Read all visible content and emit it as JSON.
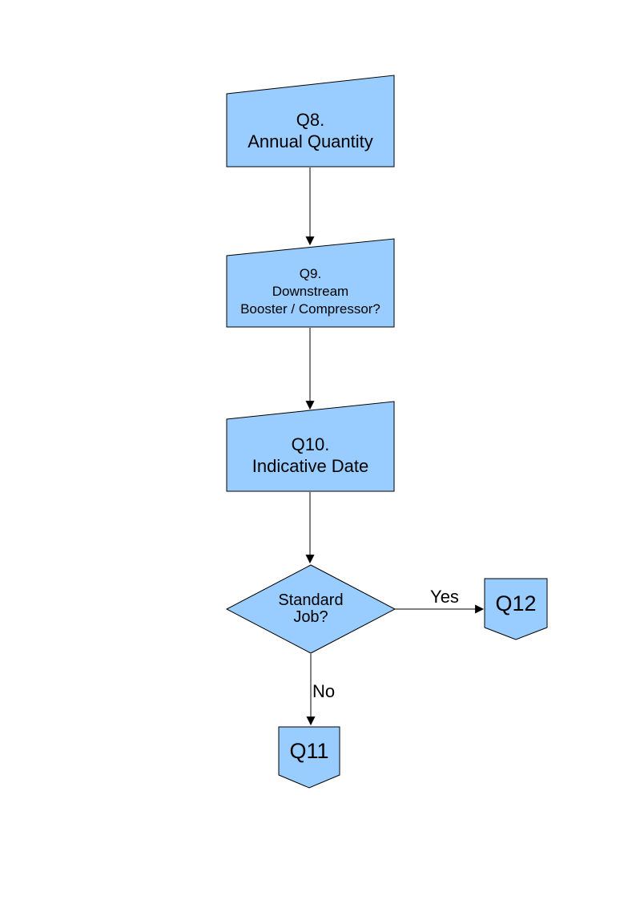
{
  "page": {
    "background": "#ffffff"
  },
  "colors": {
    "shape_fill": "#99CCFF",
    "shape_border": "#000000",
    "text": "#000000",
    "arrow": "#000000"
  },
  "flowchart": {
    "nodes": [
      {
        "id": "q8",
        "type": "manual-input-shape",
        "lines": [
          "Q8.",
          "Annual Quantity"
        ]
      },
      {
        "id": "q9",
        "type": "manual-input-shape",
        "lines": [
          "Q9.",
          "Downstream",
          "Booster / Compressor?"
        ]
      },
      {
        "id": "q10",
        "type": "manual-input-shape",
        "lines": [
          "Q10.",
          "Indicative Date"
        ]
      },
      {
        "id": "decision",
        "type": "decision-diamond",
        "lines": [
          "Standard",
          "Job?"
        ]
      },
      {
        "id": "q12",
        "type": "off-page-connector",
        "lines": [
          "Q12"
        ]
      },
      {
        "id": "q11",
        "type": "off-page-connector",
        "lines": [
          "Q11"
        ]
      }
    ],
    "edges": [
      {
        "from": "q8",
        "to": "q9",
        "label": ""
      },
      {
        "from": "q9",
        "to": "q10",
        "label": ""
      },
      {
        "from": "q10",
        "to": "decision",
        "label": ""
      },
      {
        "from": "decision",
        "to": "q12",
        "label": "Yes"
      },
      {
        "from": "decision",
        "to": "q11",
        "label": "No"
      }
    ]
  }
}
